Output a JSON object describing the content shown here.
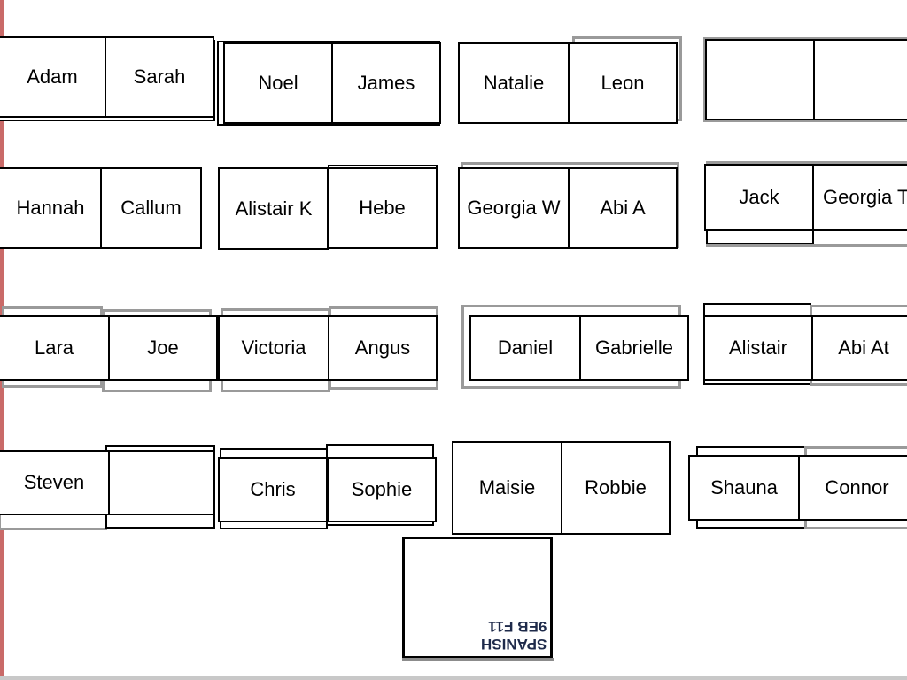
{
  "seating_plan": {
    "rows": [
      [
        "Adam",
        "Sarah",
        "Noel",
        "James",
        "Natalie",
        "Leon",
        "",
        ""
      ],
      [
        "Hannah",
        "Callum",
        "Alistair K",
        "Hebe",
        "Georgia W",
        "Abi A",
        "Jack",
        "Georgia T"
      ],
      [
        "Lara",
        "Joe",
        "Victoria",
        "Angus",
        "Daniel",
        "Gabrielle",
        "Alistair",
        "Abi At"
      ],
      [
        "Steven",
        "",
        "Chris",
        "Sophie",
        "Maisie",
        "Robbie",
        "Shauna",
        "Connor"
      ]
    ],
    "teacher_desk_label": [
      "SPANISH",
      "9EB F11"
    ]
  }
}
